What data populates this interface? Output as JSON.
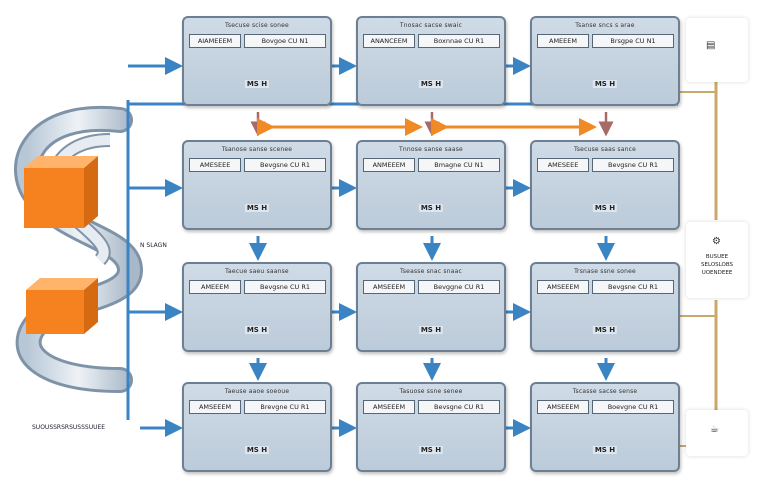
{
  "diagram": {
    "columns": [
      "col-1",
      "col-2",
      "col-3"
    ],
    "rows": [
      "row-1",
      "row-2",
      "row-3",
      "row-4"
    ],
    "nodes": [
      {
        "title": "Tsecuse scise sonee",
        "field1": "AIAMEEEM",
        "field2": "Bovgoe CU N1",
        "badge": "MS H"
      },
      {
        "title": "Tnosac sacse swaic",
        "field1": "ANANCEEM",
        "field2": "Boxnnae CU R1",
        "badge": "MS H"
      },
      {
        "title": "Tsanse sncs s arae",
        "field1": "AMEEEM",
        "field2": "Brsgpe CU N1",
        "badge": "MS H"
      },
      {
        "title": "Tsanose sanse scenee",
        "field1": "AMESEEE",
        "field2": "Bevgsne CU R1",
        "badge": "MS H"
      },
      {
        "title": "Tnnose sanse saase",
        "field1": "ANMEEEM",
        "field2": "Bmagne CU N1",
        "badge": "MS H"
      },
      {
        "title": "Tsecuse saas sance",
        "field1": "AMESEEE",
        "field2": "Bevgsne CU R1",
        "badge": "MS H"
      },
      {
        "title": "Taecue saeu saanse",
        "field1": "AMEEEM",
        "field2": "Bevgsne CU R1",
        "badge": "MS H"
      },
      {
        "title": "Tseasse snac snaac",
        "field1": "AMSEEEM",
        "field2": "Bevggne CU R1",
        "badge": "MS H"
      },
      {
        "title": "Trsnase ssne sonee",
        "field1": "AMSEEEM",
        "field2": "Bevgsne CU R1",
        "badge": "MS H"
      },
      {
        "title": "Taeuse aaoe soeoue",
        "field1": "AMSEEEM",
        "field2": "Brevgne CU R1",
        "badge": "MS H"
      },
      {
        "title": "Tasuose ssne senee",
        "field1": "AMSEEEM",
        "field2": "Bevsgne CU R1",
        "badge": "MS H"
      },
      {
        "title": "Tscasse sacse sense",
        "field1": "AMSEEEM",
        "field2": "Boevgne CU R1",
        "badge": "MS H"
      }
    ],
    "left_label_mid": "N SLAGN",
    "left_label_bottom": "SUOUSSRSRSUSSSUUEE",
    "right_panels": [
      {
        "icon": "server-icon"
      },
      {
        "icon": "gear-icon",
        "text": [
          "BUSUEE",
          "SELOSLOBS",
          "UOENDEEE"
        ]
      },
      {
        "icon": "cup-icon"
      }
    ],
    "colors": {
      "node_fill": "#c6d3e0",
      "node_border": "#6d7f92",
      "flow_arrow": "#3b84c4",
      "cross_arrow": "#f08a24",
      "down_arrow_red": "#a86a66",
      "orange_block": "#f5821f",
      "pipe": "#d6d9dc"
    }
  }
}
